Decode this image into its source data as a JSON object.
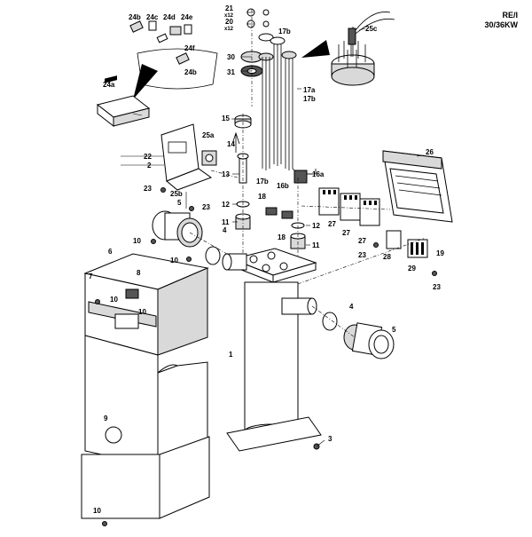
{
  "title": {
    "line1": "RE/I",
    "line2": "30/36KW"
  },
  "labels": {
    "p1": "1",
    "p2": "2",
    "p3": "3",
    "p4a": "4",
    "p4b": "4",
    "p5a": "5",
    "p5b": "5",
    "p6": "6",
    "p7": "7",
    "p8": "8",
    "p9": "9",
    "p10a": "10",
    "p10b": "10",
    "p10c": "10",
    "p10d": "10",
    "p10e": "10",
    "p11a": "11",
    "p11b": "11",
    "p12a": "12",
    "p12b": "12",
    "p13": "13",
    "p14": "14",
    "p15": "15",
    "p16a": "16a",
    "p16b": "16b",
    "p17a": "17a",
    "p17b_1": "17b",
    "p17b_2": "17b",
    "p17b_3": "17b",
    "p18a": "18",
    "p18b": "18",
    "p19": "19",
    "p20": "20",
    "p20q": "x12",
    "p21": "21",
    "p21q": "x12",
    "p22": "22",
    "p23a": "23",
    "p23b": "23",
    "p23c": "23",
    "p23d": "23",
    "p24a": "24a",
    "p24b_1": "24b",
    "p24b_2": "24b",
    "p24c": "24c",
    "p24d": "24d",
    "p24e": "24e",
    "p24f": "24f",
    "p25a": "25a",
    "p25b": "25b",
    "p25c": "25c",
    "p26": "26",
    "p27a": "27",
    "p27b": "27",
    "p27c": "27",
    "p28": "28",
    "p29": "29",
    "p30": "30",
    "p31": "31"
  }
}
